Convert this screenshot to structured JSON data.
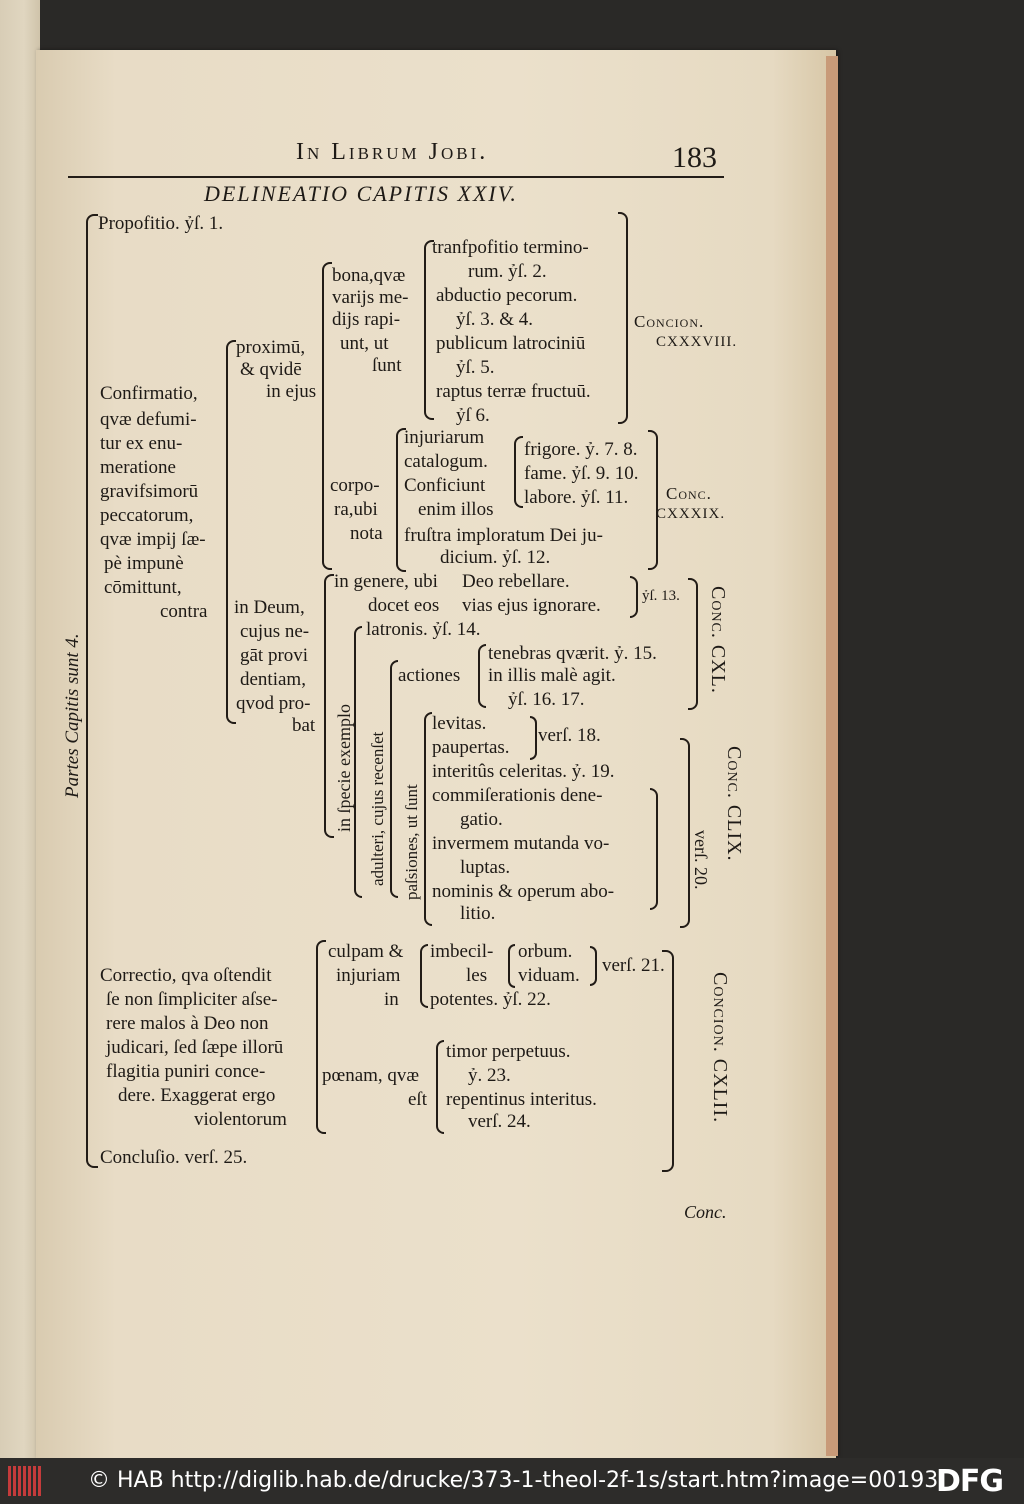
{
  "header": {
    "running_title": "In Librum Jobi.",
    "page_number": "183",
    "chapter_title": "DELINEATIO CAPITIS XXIV."
  },
  "outline": {
    "side_label": "Partes Capitis sunt 4.",
    "propositio": "Propofitio. ỷſ. 1.",
    "confirmatio": [
      "Confirmatio,",
      "qvæ defumi-",
      "tur ex enu-",
      "meratione",
      "gravifsimorū",
      "peccatorum,",
      "qvæ impij ſæ-",
      "pè impunè",
      "cōmittunt,",
      "contra"
    ],
    "proximum": [
      "proximū,",
      "& qvidē",
      "in ejus"
    ],
    "bona": [
      "bona,qvæ",
      "varijs me-",
      "dijs rapi-",
      "unt, ut",
      "ſunt"
    ],
    "bona_items": [
      "tranfpofitio termino-",
      "rum. ỷſ. 2.",
      "abductio pecorum.",
      "ỷſ. 3. & 4.",
      "publicum latrociniū",
      "ỷſ. 5.",
      "raptus terræ fructuū.",
      "ỷſ 6."
    ],
    "concio_138": [
      "Concion.",
      "CXXXVIII."
    ],
    "corpora": [
      "corpo-",
      "ra,ubi",
      "nota"
    ],
    "injuriarum": [
      "injuriarum",
      "catalogum.",
      "Conficiunt",
      "enim illos"
    ],
    "frigore": [
      "frigore. ỷ. 7. 8.",
      "fame. ỷſ. 9. 10.",
      "labore. ỷſ. 11."
    ],
    "frustra": [
      "fruſtra imploratum Dei ju-",
      "dicium. ỷſ. 12."
    ],
    "concio_139": [
      "Conc.",
      "CXXXIX."
    ],
    "in_deum": [
      "in Deum,",
      "cujus ne-",
      "gāt provi",
      "dentiam,",
      "qvod pro-",
      "bat"
    ],
    "in_genere": [
      "in genere, ubi",
      "docet eos"
    ],
    "deo_rebellare": [
      "Deo rebellare.",
      "vias ejus ignorare."
    ],
    "ys13": "ỷſ. 13.",
    "concio_140": "Conc. CXL.",
    "in_specie": "in ſpecie exemplo",
    "latronis": "latronis. ỷſ. 14.",
    "adulteri": "adulteri, cujus recenſet",
    "actiones": "actiones",
    "tenebras": [
      "tenebras qværit. ỷ. 15.",
      "in illis malè agit.",
      "ỷſ. 16. 17."
    ],
    "passiones": "paſsiones, ut ſunt",
    "passion_items": [
      "levitas.",
      "paupertas.",
      "interitûs celeritas. ỷ. 19.",
      "commiſerationis dene-",
      "gatio.",
      "invermem mutanda vo-",
      "luptas.",
      "nominis & operum abo-",
      "litio."
    ],
    "vers18": "verſ. 18.",
    "concio_159": "Conc. CLIX.",
    "vers20": "verſ. 20.",
    "correctio": [
      "Correctio, qva oſtendit",
      "ſe non ſimpliciter aſse-",
      "rere malos à Deo non",
      "judicari, ſed ſæpe illorū",
      "flagitia puniri conce-",
      "dere. Exaggerat ergo",
      "violentorum"
    ],
    "culpam": [
      "culpam &",
      "injuriam",
      "in"
    ],
    "imbecilles": [
      "imbecil-",
      "les",
      "potentes. ỷſ. 22."
    ],
    "orbum": [
      "orbum.",
      "viduam."
    ],
    "vers21": "verſ. 21.",
    "poenam": "pœnam, qvæ",
    "est": "eſt",
    "timor": [
      "timor perpetuus.",
      "ỷ. 23.",
      "repentinus interitus.",
      "verſ. 24."
    ],
    "concio_142": "Concion. CXLII.",
    "conclusio": "Concluſio. verſ. 25.",
    "catchword": "Conc."
  },
  "footer": {
    "credit": "© HAB http://diglib.hab.de/drucke/373-1-theol-2f-1s/start.htm?image=00193",
    "logo": "DFG"
  }
}
